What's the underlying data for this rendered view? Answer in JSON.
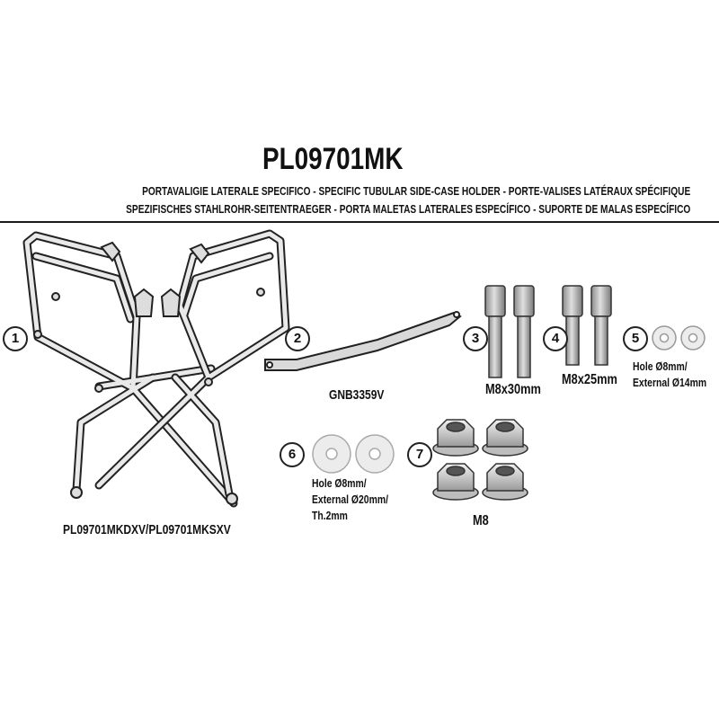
{
  "header": {
    "title": "PL09701MK",
    "subtitle_line1": "PORTAVALIGIE LATERALE SPECIFICO  -  SPECIFIC TUBULAR SIDE-CASE HOLDER  - PORTE-VALISES LATÉRAUX SPÉCIFIQUE",
    "subtitle_line2": "SPEZIFISCHES STAHLROHR-SEITENTRAEGER - PORTA MALETAS LATERALES ESPECÍFICO - SUPORTE DE MALAS ESPECÍFICO"
  },
  "parts": [
    {
      "number": "1",
      "label": "PL09701MKDXV/PL09701MKSXV"
    },
    {
      "number": "2",
      "label": "GNB3359V"
    },
    {
      "number": "3",
      "label": "M8x30mm"
    },
    {
      "number": "4",
      "label": "M8x25mm"
    },
    {
      "number": "5",
      "label_line1": "Hole Ø8mm/",
      "label_line2": "External Ø14mm"
    },
    {
      "number": "6",
      "label_line1": "Hole Ø8mm/",
      "label_line2": "External Ø20mm/",
      "label_line3": "Th.2mm"
    },
    {
      "number": "7",
      "label": "M8"
    }
  ]
}
